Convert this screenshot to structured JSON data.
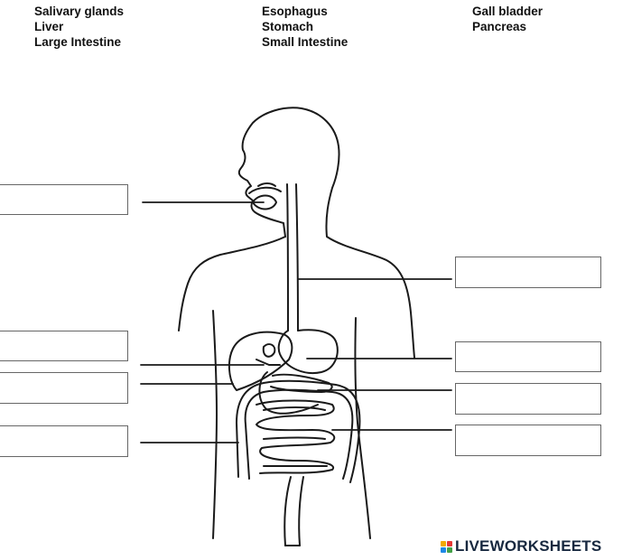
{
  "word_bank": {
    "column_1": [
      "Salivary glands",
      "Liver",
      "Large Intestine"
    ],
    "column_2": [
      "Esophagus",
      "Stomach",
      "Small Intestine"
    ],
    "column_3": [
      "Gall bladder",
      "Pancreas"
    ]
  },
  "answer_boxes": [
    "",
    "",
    "",
    "",
    "",
    "",
    "",
    ""
  ],
  "branding": {
    "name": "LIVEWORKSHEETS",
    "logo_colors": [
      "#f2a900",
      "#e53935",
      "#1e88e5",
      "#43a047"
    ]
  }
}
